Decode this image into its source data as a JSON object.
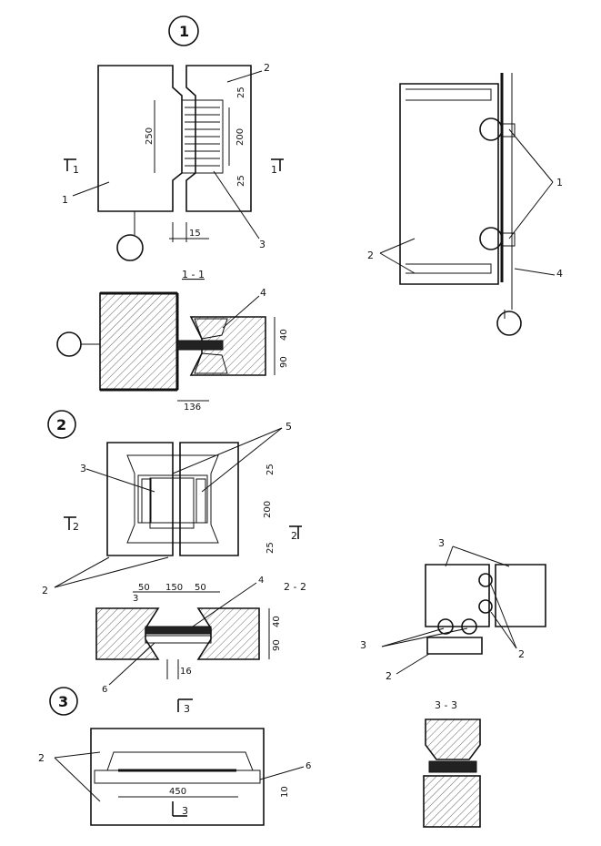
{
  "colors": {
    "ink": "#111111",
    "paper": "#ffffff"
  },
  "markers": {
    "m1": "1",
    "m2": "2",
    "m3": "3"
  },
  "sections": {
    "s11": "1 - 1",
    "s22": "2 - 2",
    "s33": "3 - 3"
  },
  "cuts": {
    "c1": "1",
    "c2": "2",
    "c3": "3"
  },
  "dims": {
    "d250": "250",
    "d200": "200",
    "d25": "25",
    "d15": "15",
    "d136": "136",
    "d40": "40",
    "d90": "90",
    "d50": "50",
    "d150": "150",
    "d16": "16",
    "d450": "450",
    "d10": "10"
  },
  "callouts": {
    "c1": "1",
    "c2": "2",
    "c3": "3",
    "c4": "4",
    "c5": "5",
    "c6": "6"
  }
}
